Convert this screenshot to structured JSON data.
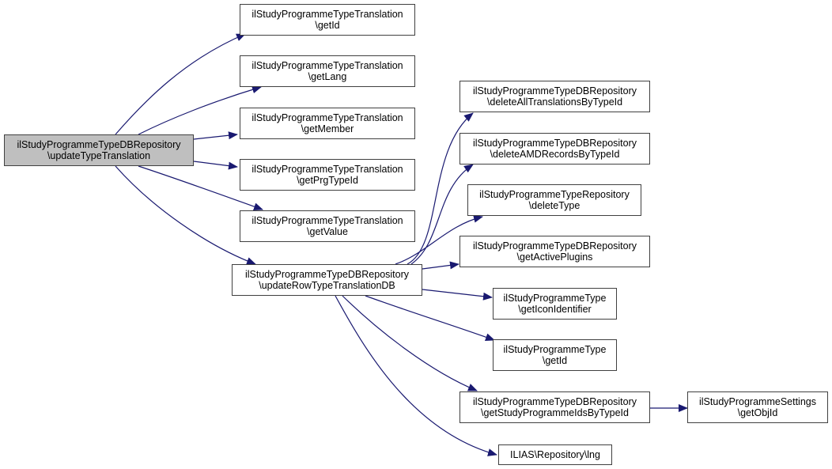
{
  "diagram": {
    "type": "call-graph",
    "edge_color": "#191970",
    "root_fill": "#bfbfbf",
    "nodes": [
      {
        "id": "root",
        "line1": "ilStudyProgrammeTypeDBRepository",
        "line2": "\\updateTypeTranslation",
        "highlighted": true
      },
      {
        "id": "t_getId",
        "line1": "ilStudyProgrammeTypeTranslation",
        "line2": "\\getId"
      },
      {
        "id": "t_getLang",
        "line1": "ilStudyProgrammeTypeTranslation",
        "line2": "\\getLang"
      },
      {
        "id": "t_getMember",
        "line1": "ilStudyProgrammeTypeTranslation",
        "line2": "\\getMember"
      },
      {
        "id": "t_getPrgTypeId",
        "line1": "ilStudyProgrammeTypeTranslation",
        "line2": "\\getPrgTypeId"
      },
      {
        "id": "t_getValue",
        "line1": "ilStudyProgrammeTypeTranslation",
        "line2": "\\getValue"
      },
      {
        "id": "updRow",
        "line1": "ilStudyProgrammeTypeDBRepository",
        "line2": "\\updateRowTypeTranslationDB"
      },
      {
        "id": "delAll",
        "line1": "ilStudyProgrammeTypeDBRepository",
        "line2": "\\deleteAllTranslationsByTypeId"
      },
      {
        "id": "delAMD",
        "line1": "ilStudyProgrammeTypeDBRepository",
        "line2": "\\deleteAMDRecordsByTypeId"
      },
      {
        "id": "delType",
        "line1": "ilStudyProgrammeTypeRepository",
        "line2": "\\deleteType"
      },
      {
        "id": "activePlugins",
        "line1": "ilStudyProgrammeTypeDBRepository",
        "line2": "\\getActivePlugins"
      },
      {
        "id": "iconId",
        "line1": "ilStudyProgrammeType",
        "line2": "\\getIconIdentifier"
      },
      {
        "id": "type_getId",
        "line1": "ilStudyProgrammeType",
        "line2": "\\getId"
      },
      {
        "id": "studyIds",
        "line1": "ilStudyProgrammeTypeDBRepository",
        "line2": "\\getStudyProgrammeIdsByTypeId"
      },
      {
        "id": "objId",
        "line1": "ilStudyProgrammeSettings",
        "line2": "\\getObjId"
      },
      {
        "id": "lng",
        "line1": "ILIAS\\Repository\\lng",
        "line2": ""
      }
    ],
    "edges": [
      {
        "from": "root",
        "to": "t_getId"
      },
      {
        "from": "root",
        "to": "t_getLang"
      },
      {
        "from": "root",
        "to": "t_getMember"
      },
      {
        "from": "root",
        "to": "t_getPrgTypeId"
      },
      {
        "from": "root",
        "to": "t_getValue"
      },
      {
        "from": "root",
        "to": "updRow"
      },
      {
        "from": "updRow",
        "to": "delAll"
      },
      {
        "from": "updRow",
        "to": "delAMD"
      },
      {
        "from": "updRow",
        "to": "delType"
      },
      {
        "from": "updRow",
        "to": "activePlugins"
      },
      {
        "from": "updRow",
        "to": "iconId"
      },
      {
        "from": "updRow",
        "to": "type_getId"
      },
      {
        "from": "updRow",
        "to": "studyIds"
      },
      {
        "from": "updRow",
        "to": "lng"
      },
      {
        "from": "studyIds",
        "to": "objId"
      }
    ]
  }
}
